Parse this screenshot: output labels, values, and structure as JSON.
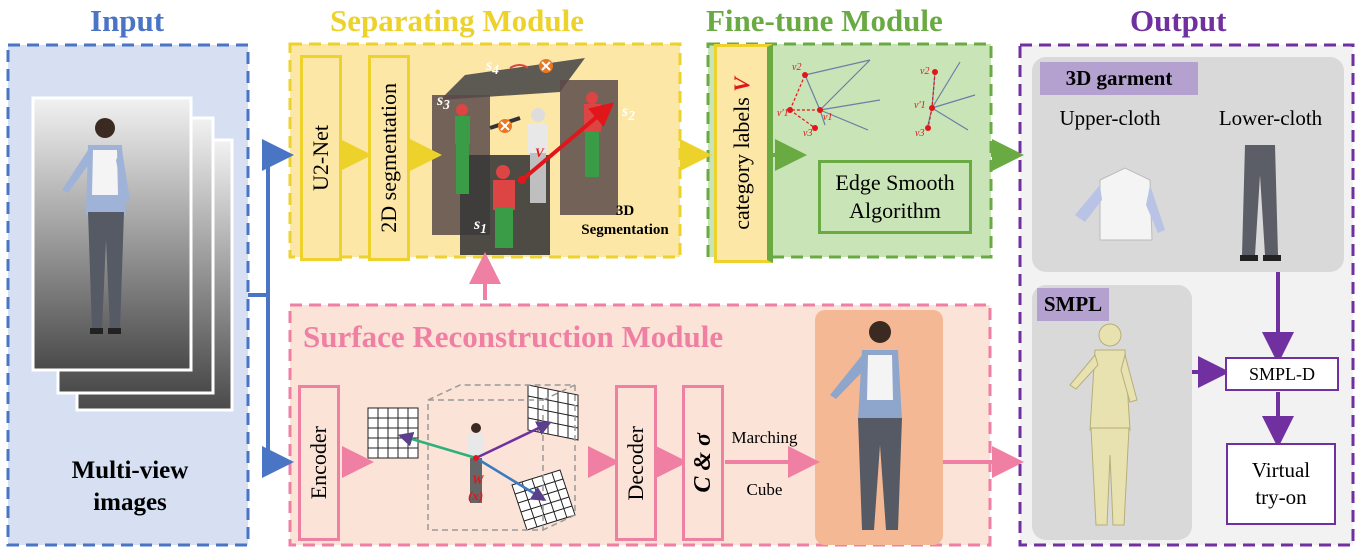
{
  "sections": {
    "input": {
      "title": "Input",
      "caption_line1": "Multi-view",
      "caption_line2": "images"
    },
    "separating": {
      "title": "Separating Module",
      "u2net": "U2-Net",
      "seg2d": "2D segmentation",
      "seg3d_line1": "3D",
      "seg3d_line2": "Segmentation",
      "s1": "s",
      "s2": "s",
      "s3": "s",
      "s4": "s",
      "sub1": "1",
      "sub2": "2",
      "sub3": "3",
      "sub4": "4",
      "v_label": "V"
    },
    "finetune": {
      "title": "Fine-tune Module",
      "category_labels": "category labels ",
      "category_var": "V",
      "edge_line1": "Edge Smooth",
      "edge_line2": "Algorithm",
      "v1": "v1",
      "v2": "v2",
      "v3": "v3",
      "v1p": "v'1"
    },
    "surface": {
      "title": "Surface Reconstruction Module",
      "encoder": "Encoder",
      "decoder": "Decoder",
      "c_sigma": "C & σ",
      "marching": "Marching",
      "cube": "Cube",
      "w": "W",
      "wx": "(x)"
    },
    "output": {
      "title": "Output",
      "garment_title": "3D garment",
      "upper": "Upper-cloth",
      "lower": "Lower-cloth",
      "smpl": "SMPL",
      "smpld": "SMPL-D",
      "tryon_line1": "Virtual",
      "tryon_line2": "try-on"
    }
  },
  "colors": {
    "blue": "#4a74c4",
    "yellow": "#ecd22b",
    "green": "#6aaa43",
    "pink": "#ef7fa3",
    "purple": "#7030a0",
    "yellow_fill": "#fde7a6",
    "green_fill": "#c9e4b6",
    "pink_fill": "#fbe3d7",
    "blue_fill": "#d6e0f2"
  }
}
